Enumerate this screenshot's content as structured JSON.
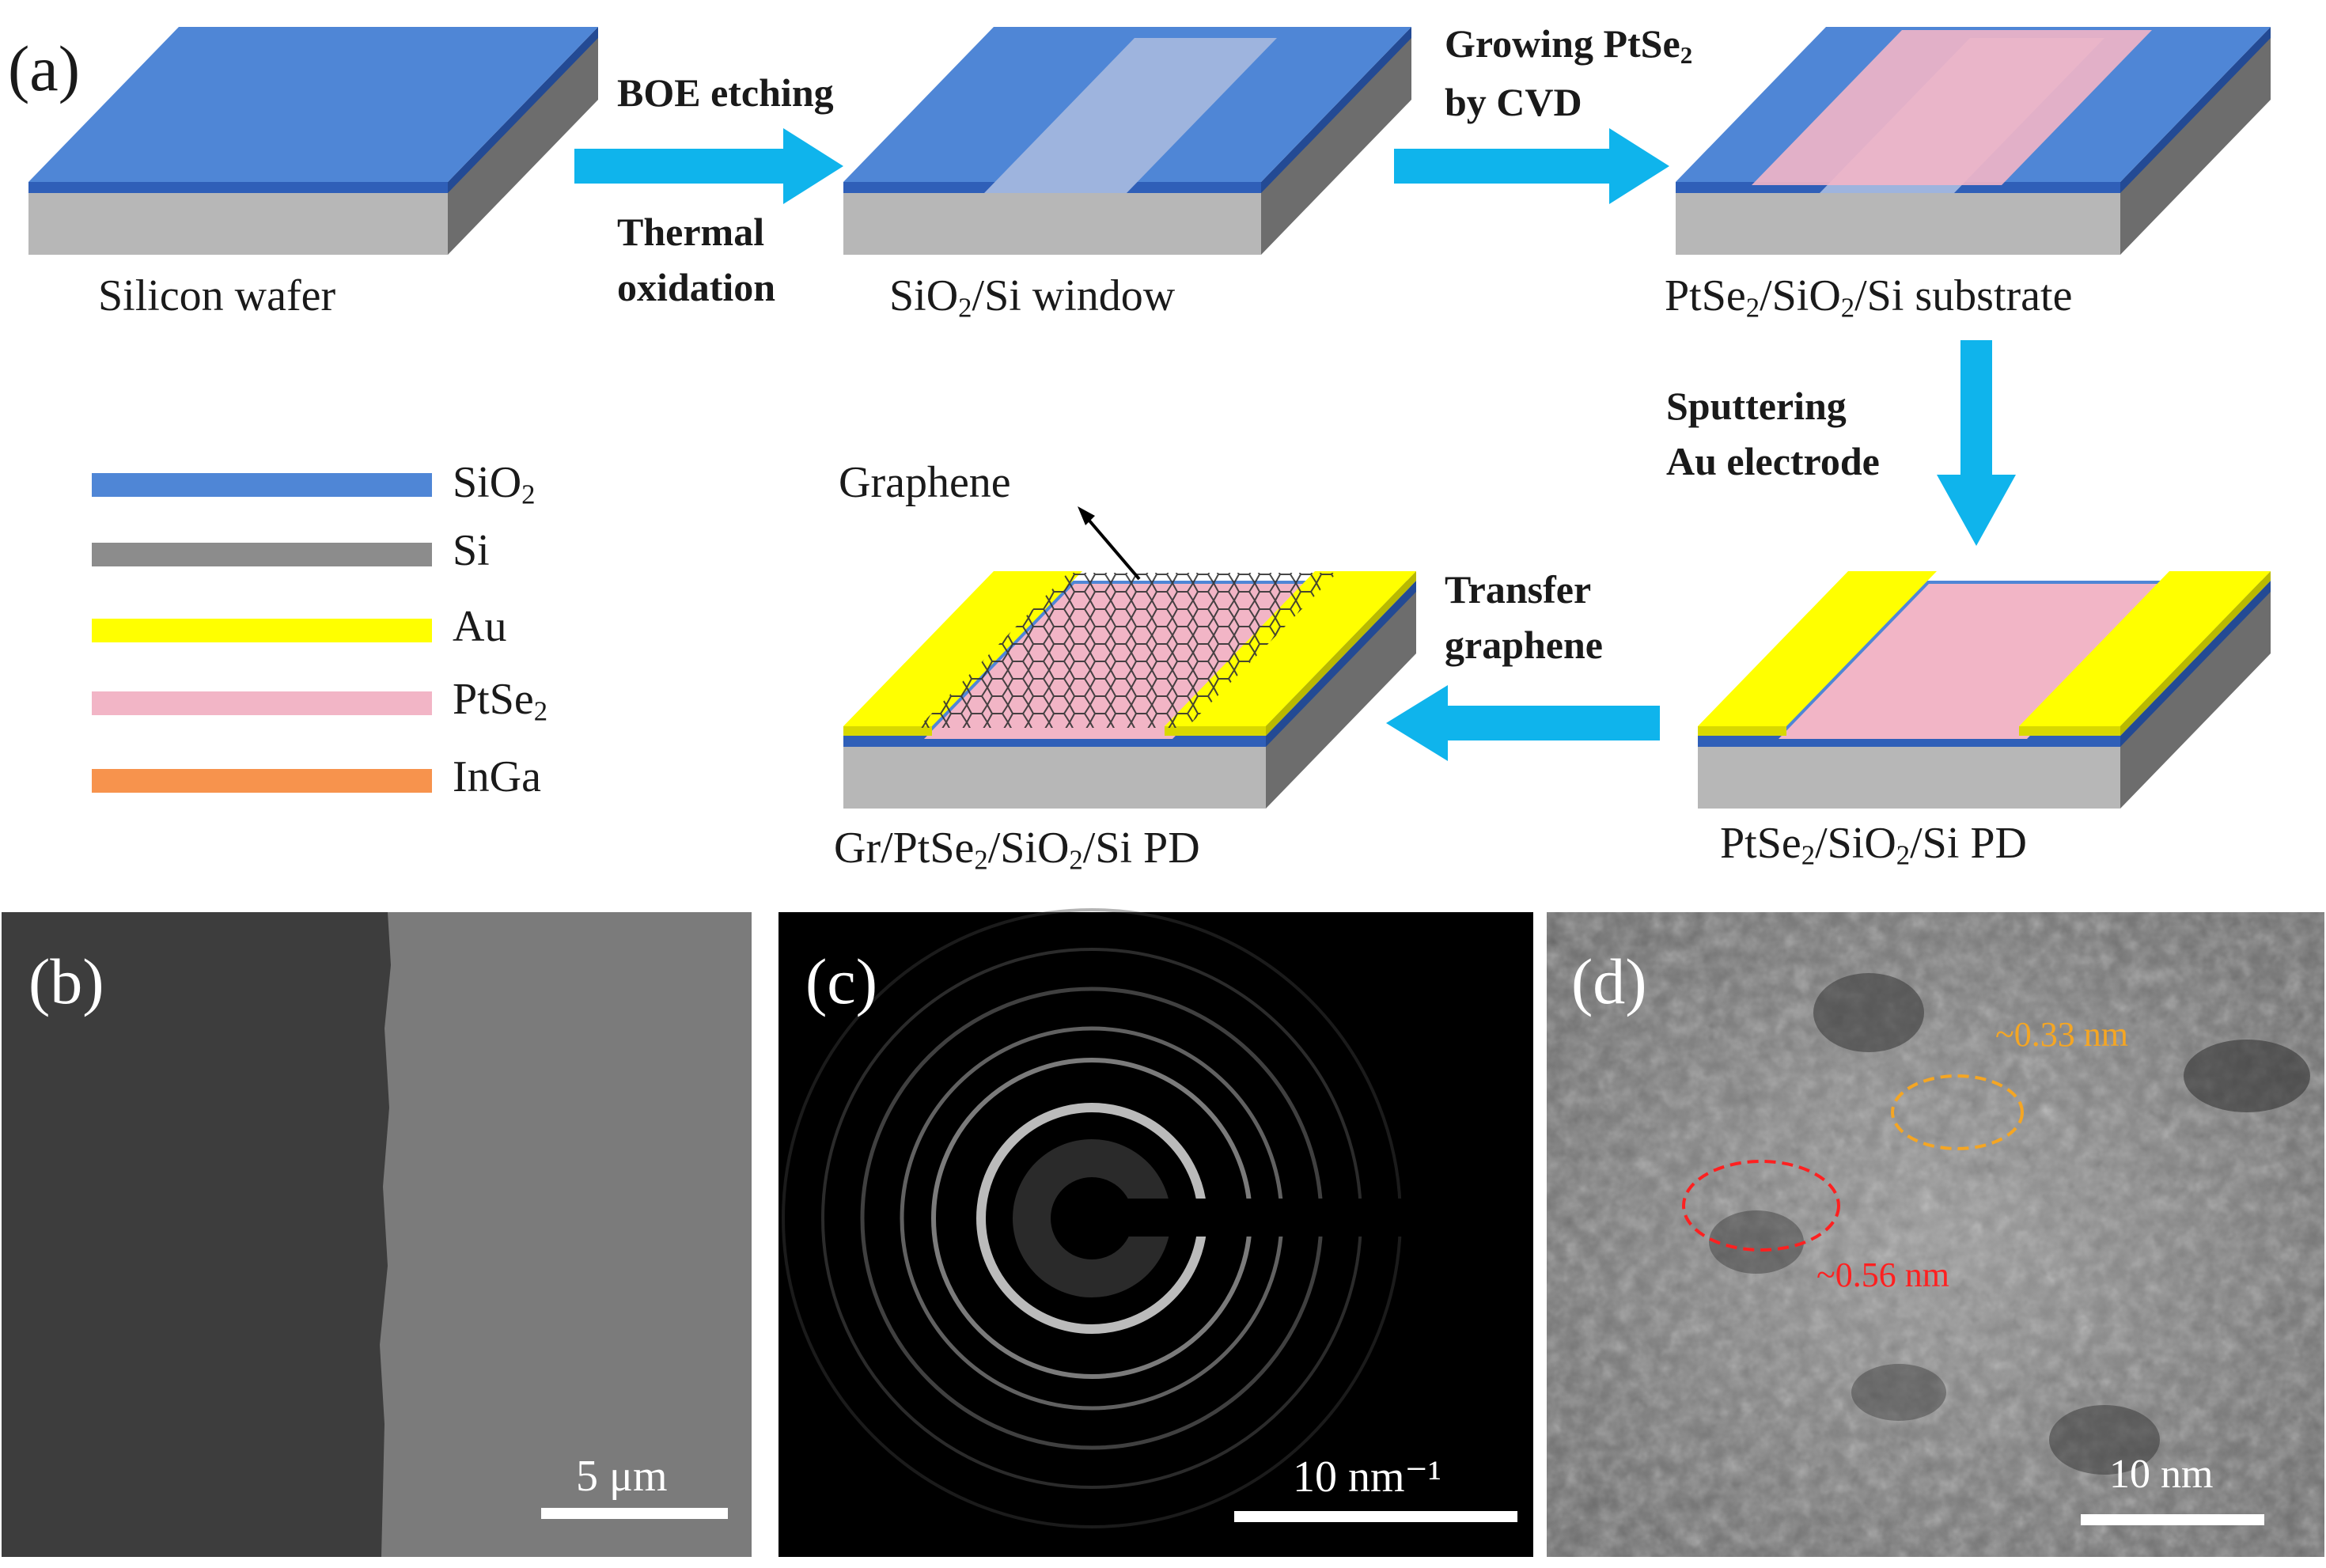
{
  "panel_a": {
    "label": "(a)",
    "steps": {
      "silicon_wafer": "Silicon wafer",
      "sio2_window": {
        "pre": "SiO",
        "sub": "2",
        "post": "/Si window"
      },
      "ptse2_substrate": {
        "p1": "PtSe",
        "s1": "2",
        "p2": "/SiO",
        "s2": "2",
        "p3": "/Si substrate"
      },
      "ptse2_pd": {
        "p1": "PtSe",
        "s1": "2",
        "p2": "/SiO",
        "s2": "2",
        "p3": "/Si PD"
      },
      "gr_pd": {
        "p1": "Gr/PtSe",
        "s1": "2",
        "p2": "/SiO",
        "s2": "2",
        "p3": "/Si PD"
      }
    },
    "arrows": {
      "boe_top": "BOE etching",
      "boe_bottom_1": "Thermal",
      "boe_bottom_2": "oxidation",
      "cvd_1": "Growing PtSe",
      "cvd_1_sub": "2",
      "cvd_2": "by CVD",
      "sputter_1": "Sputtering",
      "sputter_2": "Au electrode",
      "transfer_1": "Transfer",
      "transfer_2": "graphene"
    },
    "graphene_label": "Graphene",
    "legend": [
      {
        "pre": "SiO",
        "sub": "2",
        "color": "#4f86d6"
      },
      {
        "pre": "Si",
        "sub": "",
        "color": "#8c8c8c"
      },
      {
        "pre": "Au",
        "sub": "",
        "color": "#ffff00"
      },
      {
        "pre": "PtSe",
        "sub": "2",
        "color": "#f2b5c6"
      },
      {
        "pre": "InGa",
        "sub": "",
        "color": "#f7934d"
      }
    ],
    "colors": {
      "sio2": "#4f86d6",
      "si": "#b7b7b7",
      "au": "#ffff00",
      "ptse2": "#f2b5c6",
      "inga": "#f7934d",
      "arrow": "#0fb4ec"
    }
  },
  "panel_b": {
    "label": "(b)",
    "scale": "5 μm"
  },
  "panel_c": {
    "label": "(c)",
    "scale": "10 nm⁻¹"
  },
  "panel_d": {
    "label": "(d)",
    "scale": "10 nm",
    "spacing_orange": "~0.33 nm",
    "spacing_red": "~0.56 nm"
  }
}
